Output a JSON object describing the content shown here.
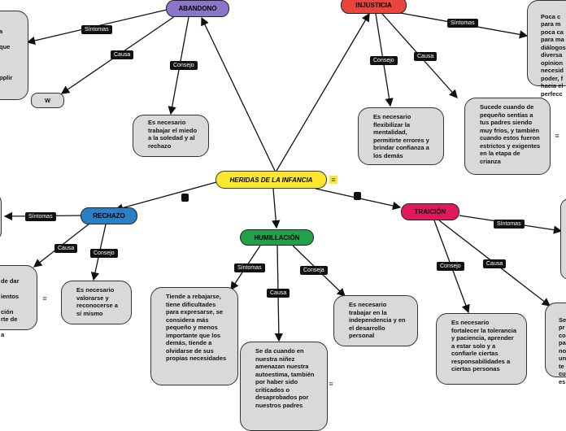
{
  "colors": {
    "central": "#fde72d",
    "abandono": "#8a75c9",
    "injusticia": "#e8453c",
    "rechazo": "#2b7fc5",
    "humillacion": "#21a24a",
    "traicion": "#e0195f",
    "note_bg": "#d9d9d9"
  },
  "central": {
    "title": "HERIDAS DE LA INFANCIA"
  },
  "topics": {
    "abandono": "ABANDONO",
    "injusticia": "INJUSTICIA",
    "rechazo": "RECHAZO",
    "humillacion": "HUMILLACIÓN",
    "traicion": "TRAICIÓN"
  },
  "labels": {
    "abandono_sintomas": "Síntomas",
    "abandono_causa": "Causa",
    "abandono_consejo": "Consejo",
    "injusticia_sintomas": "Síntomas",
    "injusticia_consejo": "Consejo",
    "injusticia_causa": "Causa",
    "rechazo_sintomas": "Síntomas",
    "rechazo_causa": "Causa",
    "rechazo_consejo": "Consejo",
    "humillacion_sintomas": "Síntomas",
    "humillacion_causa": "Causa",
    "humillacion_consejo": "Conseja",
    "traicion_sintomas": "Síntomas",
    "traicion_consejo": "Consejo",
    "traicion_causa": "Causa"
  },
  "notes": {
    "abandono_left": "a\n\nque\n\n\n\npplir",
    "abandono_w": "W",
    "abandono_consejo": "Es necesario trabajar el miedo a la soledad y al rechazo",
    "injusticia_sintomas": "Poca c\npara m\npoca ca\npara ma\ndiálogos\ndiversa\nopinion\nnecesid\npoder, f\nhacia el\nperfecc",
    "injusticia_consejo": "Es necesario flexibilizar la mentalidad, permitirte errores y brindar confianza a los demás",
    "injusticia_causa": "Sucede cuando de pequeño sentías a tus padres siendo muy fríos, y también cuando estos fueron estrictos y exigentes en la etapa de crianza",
    "rechazo_causa": "de dar\n\nientos\n\nción\nrte de\n\na",
    "rechazo_consejo": "Es necesario valorarse y reconocerse a sí mismo",
    "humillacion_sintomas": "Tiende a rebajarse, tiene dificultades para expresarse, se considera más pequeño y menos importante que los demás, tiende a olvidarse de sus propias necesidades",
    "humillacion_causa": "Se da cuando en nuestra niñez amenazan nuestra autoestima, también por haber sido criticados o desaprobados por nuestros padres",
    "humillacion_consejo": "Es necesario trabajar en la independencia y en el desarrollo personal",
    "traicion_consejo": "Es necesario fortalecer la tolerancia y paciencia, aprender a estar solo y a confiarle ciertas responsabilidades a ciertas personas",
    "traicion_causa": "Se\npr\nco\npa\nno\nun\nte\ncu\nes"
  }
}
